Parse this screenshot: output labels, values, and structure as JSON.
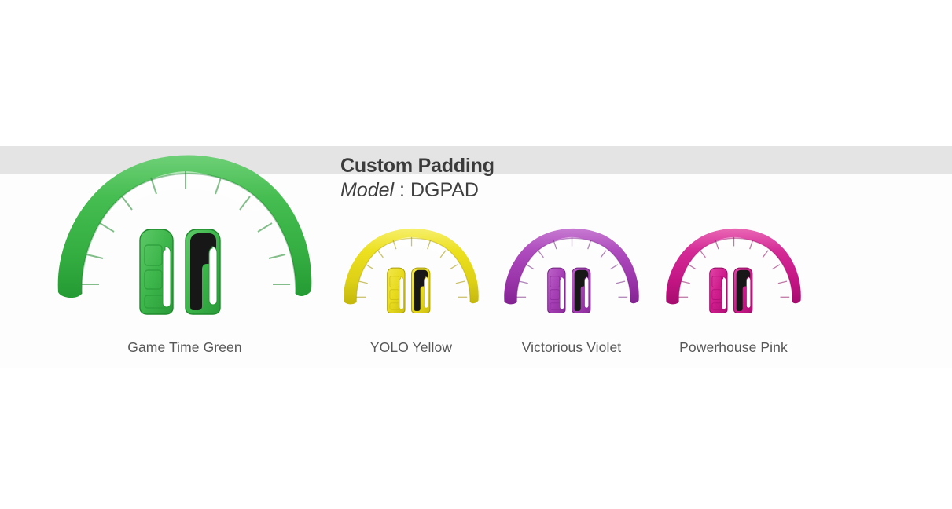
{
  "page": {
    "background_color": "#ffffff",
    "band_color": "#e4e4e4",
    "band_faint_color": "#fdfdfd"
  },
  "header": {
    "title": "Custom Padding",
    "model_label": "Model",
    "model_separator": " : ",
    "model_value": "DGPAD",
    "title_color": "#3b3b3b",
    "text_color": "#3f3f3f"
  },
  "products": [
    {
      "name": "game-time-green",
      "caption": "Game Time Green",
      "color": "#3cb54a",
      "color_light": "#62c96c",
      "color_dark": "#2a9a38",
      "color_deep": "#1f7d2c",
      "velcro_color": "#171717",
      "featured": true
    },
    {
      "name": "yolo-yellow",
      "caption": "YOLO Yellow",
      "color": "#e8db1e",
      "color_light": "#f3ea5c",
      "color_dark": "#cdbf10",
      "color_deep": "#a99d08",
      "velcro_color": "#171717",
      "featured": false
    },
    {
      "name": "victorious-violet",
      "caption": "Victorious Violet",
      "color": "#a63fb5",
      "color_light": "#bd64c9",
      "color_dark": "#8c2c9b",
      "color_deep": "#6f1f7d",
      "velcro_color": "#171717",
      "featured": false
    },
    {
      "name": "powerhouse-pink",
      "caption": "Powerhouse Pink",
      "color": "#ce1c8c",
      "color_light": "#e045a6",
      "color_dark": "#b00f76",
      "color_deep": "#8d0a5e",
      "velcro_color": "#171717",
      "featured": false
    }
  ],
  "caption_color": "#575757"
}
